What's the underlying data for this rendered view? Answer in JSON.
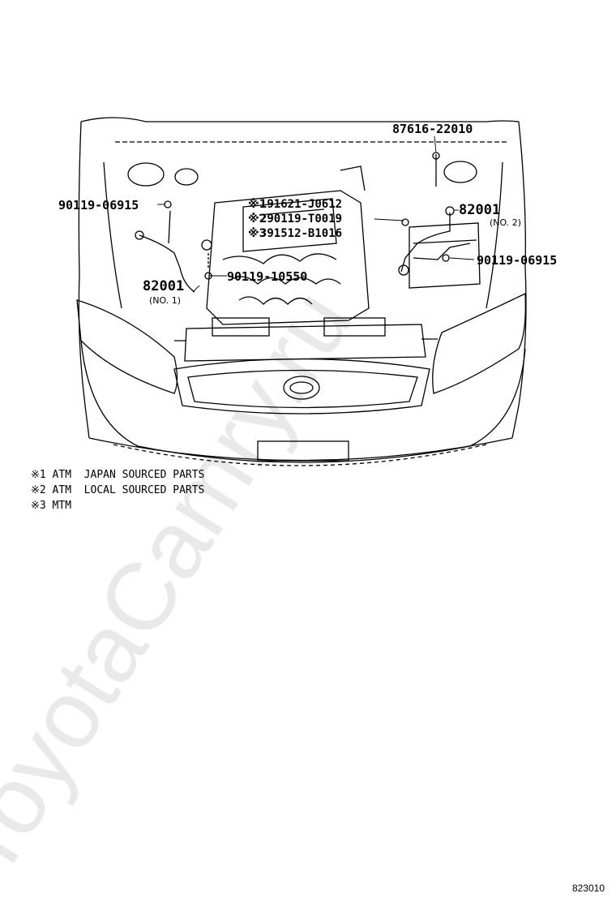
{
  "parts": {
    "p87616": "87616-22010",
    "p90119_left": "90119-06915",
    "p90119_right": "90119-06915",
    "p82001_1": "82001",
    "no1": "(NO. 1)",
    "p82001_2": "82001",
    "no2": "(NO. 2)",
    "p90119_10550": "90119-10550",
    "alt1_mark": "※1",
    "alt1": "91621-J0612",
    "alt2_mark": "※2",
    "alt2": "90119-T0019",
    "alt3_mark": "※3",
    "alt3": "91512-B1016"
  },
  "notes": [
    "※1 ATM  JAPAN SOURCED PARTS",
    "※2 ATM  LOCAL SOURCED PARTS",
    "※3 MTM"
  ],
  "doc_id": "823010",
  "watermark": "ToyotaCamry.ru"
}
